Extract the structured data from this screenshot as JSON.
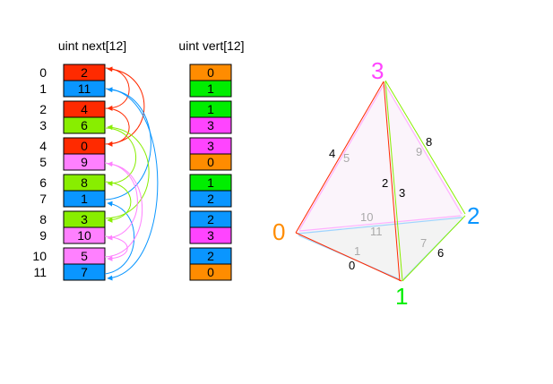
{
  "titles": {
    "next": "uint next[12]",
    "vert": "uint vert[12]"
  },
  "indices": [
    "0",
    "1",
    "2",
    "3",
    "4",
    "5",
    "6",
    "7",
    "8",
    "9",
    "10",
    "11"
  ],
  "next": [
    "2",
    "11",
    "4",
    "6",
    "0",
    "9",
    "8",
    "1",
    "3",
    "10",
    "5",
    "7"
  ],
  "vert": [
    "0",
    "1",
    "1",
    "3",
    "3",
    "0",
    "1",
    "2",
    "2",
    "3",
    "2",
    "0"
  ],
  "vertex_labels": [
    "0",
    "1",
    "2",
    "3"
  ],
  "edge_labels": [
    "0",
    "1",
    "2",
    "3",
    "4",
    "5",
    "6",
    "7",
    "8",
    "9",
    "10",
    "11"
  ],
  "colors": {
    "vertex_0": "#ff8c00",
    "vertex_1": "#00ee00",
    "vertex_2": "#0a96ff",
    "vertex_3": "#ff44ff",
    "face_a": "#ff2a00",
    "face_b": "#0a96ff",
    "face_c": "#88ee00",
    "face_d": "#ff80ff"
  }
}
